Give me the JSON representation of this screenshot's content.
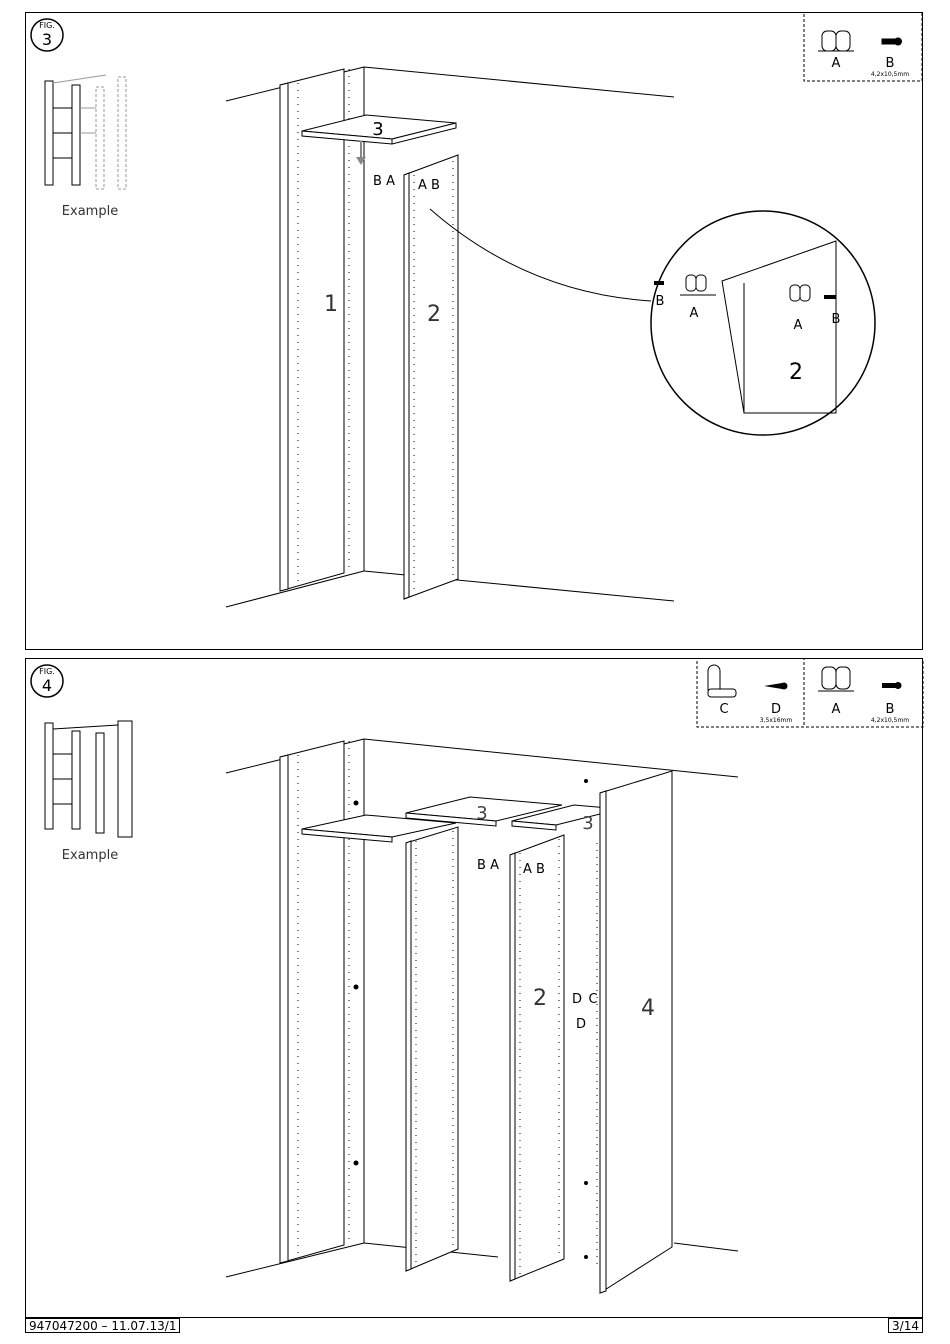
{
  "figures": [
    {
      "fig_label": "FIG.",
      "fig_number": "3",
      "example_label": "Example",
      "parts": [
        {
          "letter": "A",
          "size": ""
        },
        {
          "letter": "B",
          "size": "4,2x10,5mm"
        }
      ],
      "panel_numbers": [
        "1",
        "2",
        "3"
      ],
      "hardware_labels_left": "B A",
      "hardware_labels_right": "A B",
      "detail": {
        "b_left": "B",
        "a_left": "A",
        "a_right": "A",
        "b_right": "B",
        "panel": "2"
      }
    },
    {
      "fig_label": "FIG.",
      "fig_number": "4",
      "example_label": "Example",
      "parts": [
        {
          "letter": "C",
          "size": ""
        },
        {
          "letter": "D",
          "size": "3,5x16mm"
        },
        {
          "letter": "A",
          "size": ""
        },
        {
          "letter": "B",
          "size": "4,2x10,5mm"
        }
      ],
      "panel_numbers": [
        "3",
        "3",
        "2",
        "4"
      ],
      "hardware_labels_left": "B A",
      "hardware_labels_right": "A B",
      "bracket_labels": {
        "d1": "D",
        "c": "C",
        "d2": "D"
      }
    }
  ],
  "footer": {
    "doc_code": "947047200 – 11.07.13/1",
    "page": "3/14"
  }
}
